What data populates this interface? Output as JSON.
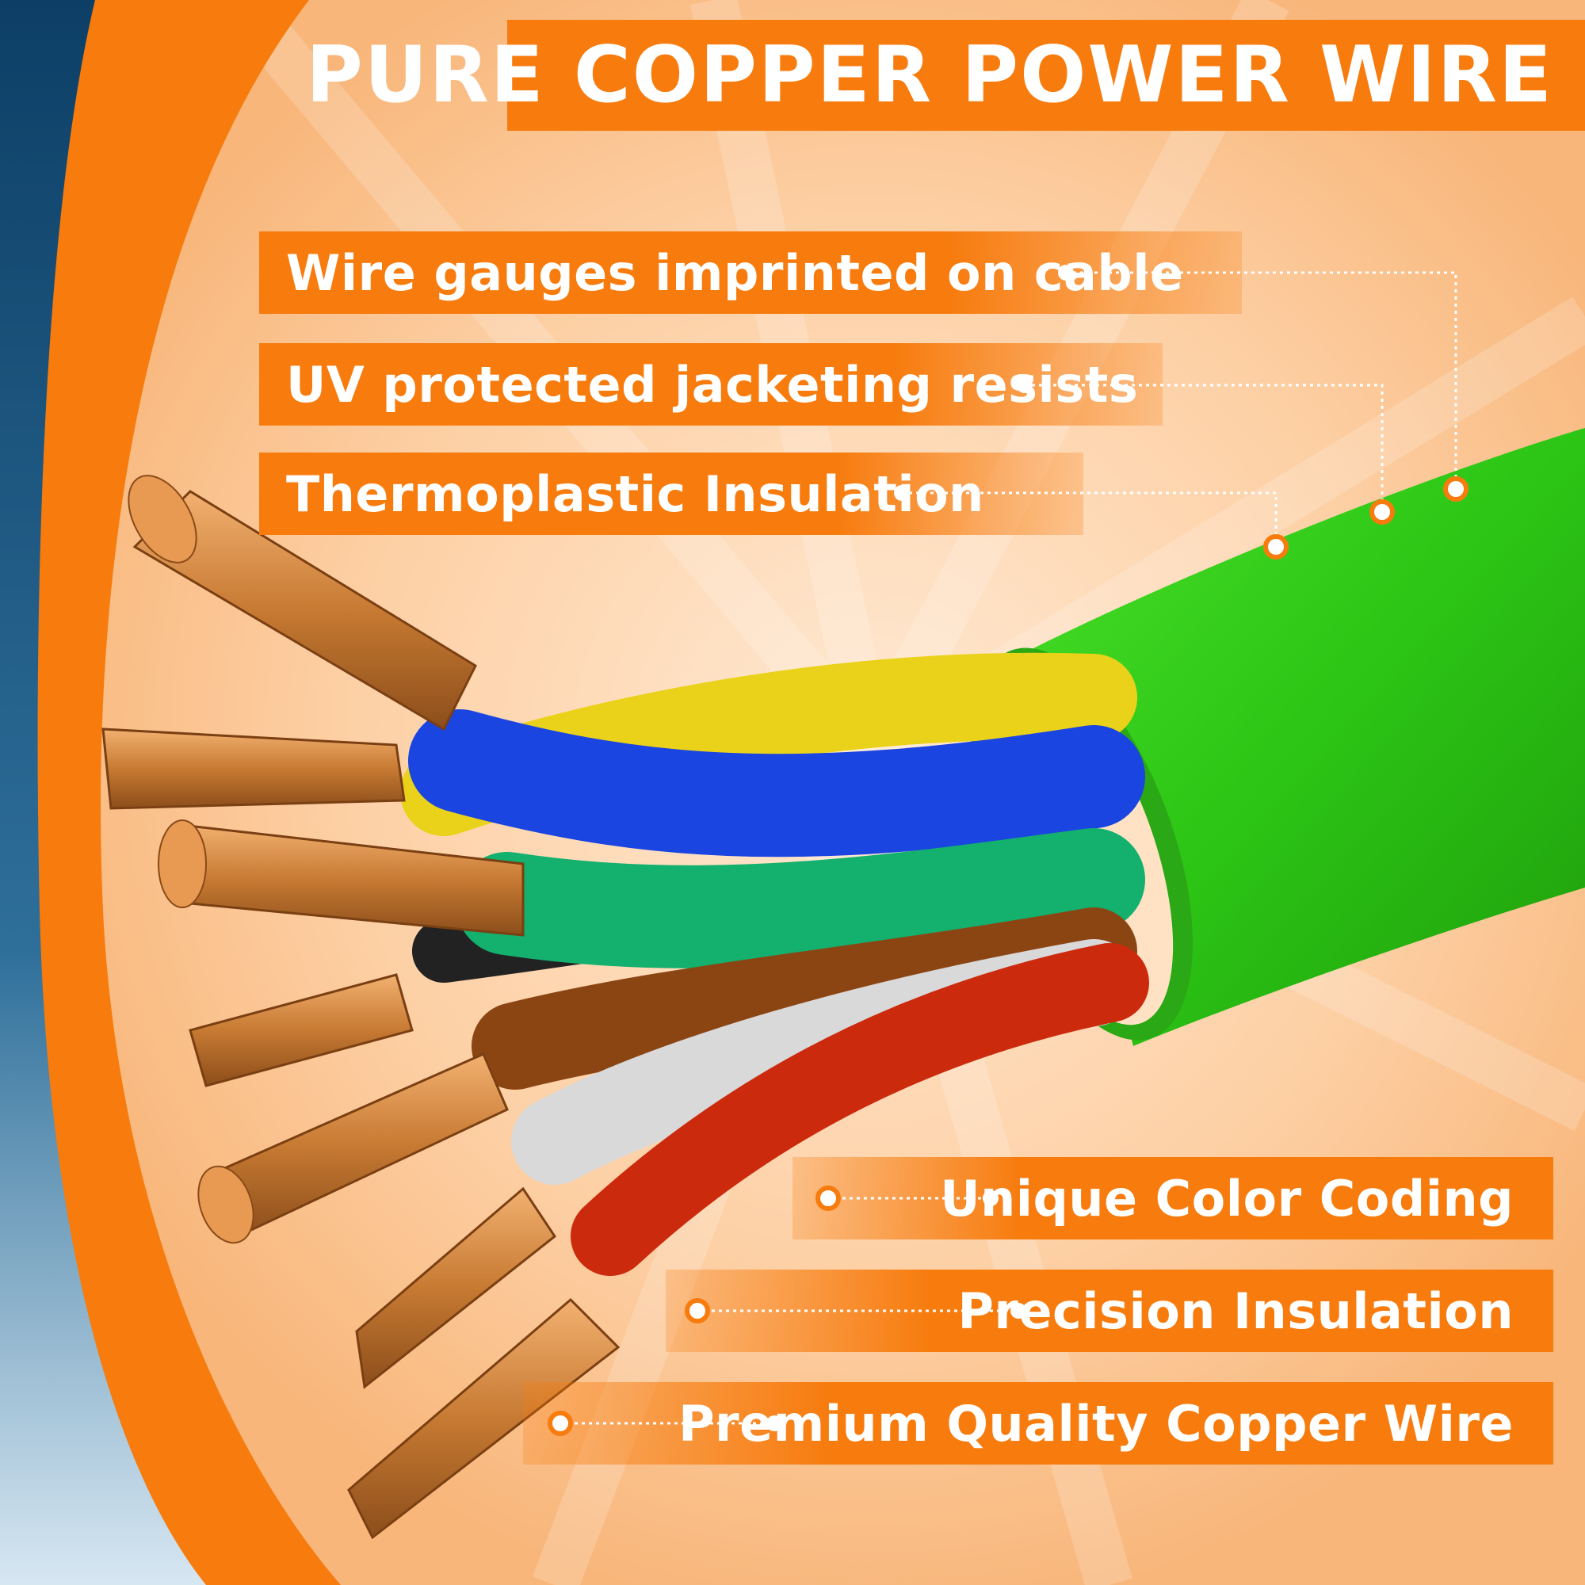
{
  "title": "PURE COPPER POWER WIRE",
  "features_top": [
    "Wire gauges imprinted on cable",
    "UV protected jacketing resists",
    "Thermoplastic Insulation"
  ],
  "features_bottom": [
    "Unique Color Coding",
    "Precision Insulation",
    "Premium Quality Copper Wire"
  ],
  "colors": {
    "accent_orange": "#f77b0d",
    "background_peach": "#fcd7b3",
    "swoosh_blue": "#0f4f77",
    "outer_jacket_green": "#33d11a",
    "conductor_colors": [
      "#1a45e0",
      "#ead21a",
      "#13b06e",
      "#222222",
      "#8b4513",
      "#d9d9d9",
      "#cc2a0d"
    ],
    "copper": "#d08a3e"
  },
  "icons": [
    "copper-strand-icon",
    "callout-dot-icon"
  ]
}
